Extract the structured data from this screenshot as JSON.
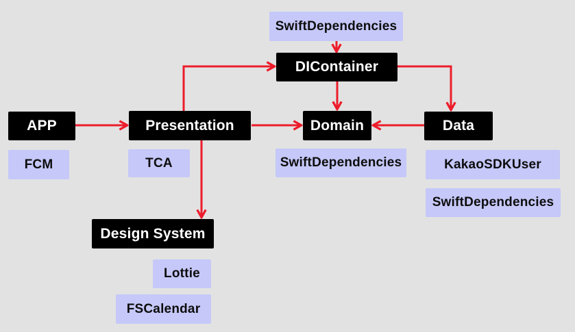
{
  "colors": {
    "background": "#e2e2e2",
    "module_bg": "#000000",
    "module_text": "#ffffff",
    "dependency_bg": "#c5c8f8",
    "dependency_text": "#0d0d0d",
    "arrow": "#ed1c2b"
  },
  "diagram": {
    "modules": [
      {
        "id": "app",
        "label": "APP"
      },
      {
        "id": "presentation",
        "label": "Presentation"
      },
      {
        "id": "dicontainer",
        "label": "DIContainer"
      },
      {
        "id": "domain",
        "label": "Domain"
      },
      {
        "id": "data",
        "label": "Data"
      },
      {
        "id": "design-system",
        "label": "Design System"
      }
    ],
    "dependencies": [
      {
        "id": "swiftdependencies-top",
        "label": "SwiftDependencies",
        "attached_to": "DIContainer"
      },
      {
        "id": "fcm",
        "label": "FCM",
        "attached_to": "APP"
      },
      {
        "id": "tca",
        "label": "TCA",
        "attached_to": "Presentation"
      },
      {
        "id": "swiftdependencies-domain",
        "label": "SwiftDependencies",
        "attached_to": "Domain"
      },
      {
        "id": "kakaosdkuser",
        "label": "KakaoSDKUser",
        "attached_to": "Data"
      },
      {
        "id": "swiftdependencies-data",
        "label": "SwiftDependencies",
        "attached_to": "Data"
      },
      {
        "id": "lottie",
        "label": "Lottie",
        "attached_to": "Design System"
      },
      {
        "id": "fscalendar",
        "label": "FSCalendar",
        "attached_to": "Design System"
      }
    ],
    "edges": [
      {
        "from": "SwiftDependencies",
        "to": "DIContainer"
      },
      {
        "from": "Presentation",
        "to": "DIContainer"
      },
      {
        "from": "DIContainer",
        "to": "Domain"
      },
      {
        "from": "DIContainer",
        "to": "Data"
      },
      {
        "from": "APP",
        "to": "Presentation"
      },
      {
        "from": "Presentation",
        "to": "Domain"
      },
      {
        "from": "Data",
        "to": "Domain"
      },
      {
        "from": "Presentation",
        "to": "Design System"
      }
    ]
  }
}
